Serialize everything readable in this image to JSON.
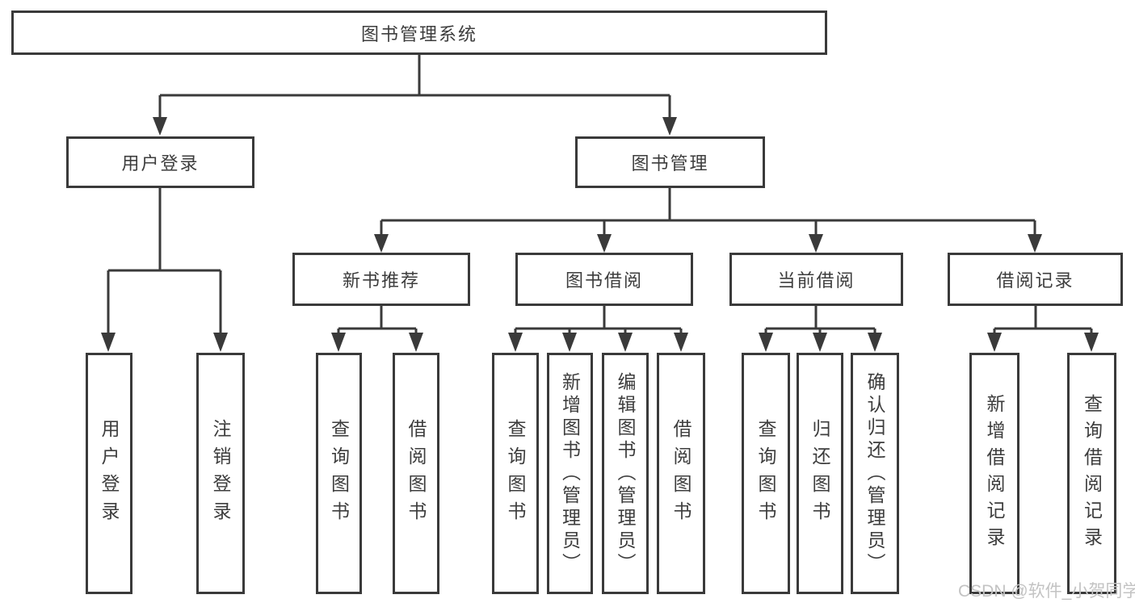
{
  "diagram": {
    "tree": {
      "label": "图书管理系统",
      "children": [
        {
          "label": "用户登录",
          "children": [
            {
              "label": "用户登录"
            },
            {
              "label": "注销登录"
            }
          ]
        },
        {
          "label": "图书管理",
          "children": [
            {
              "label": "新书推荐",
              "children": [
                {
                  "label": "查询图书"
                },
                {
                  "label": "借阅图书"
                }
              ]
            },
            {
              "label": "图书借阅",
              "children": [
                {
                  "label": "查询图书"
                },
                {
                  "label": "新增图书（管理员）"
                },
                {
                  "label": "编辑图书（管理员）"
                },
                {
                  "label": "借阅图书"
                }
              ]
            },
            {
              "label": "当前借阅",
              "children": [
                {
                  "label": "查询图书"
                },
                {
                  "label": "归还图书"
                },
                {
                  "label": "确认归还（管理员）"
                }
              ]
            },
            {
              "label": "借阅记录",
              "children": [
                {
                  "label": "新增借阅记录"
                },
                {
                  "label": "查询借阅记录"
                }
              ]
            }
          ]
        }
      ]
    },
    "colors": {
      "line": "#3a3a3a",
      "border": "#3a3a3a",
      "text": "#3d3d3d",
      "background": "#ffffff",
      "watermark": "#c3c3c3"
    }
  },
  "watermark": {
    "text": "CSDN @软件_小贺同学"
  }
}
